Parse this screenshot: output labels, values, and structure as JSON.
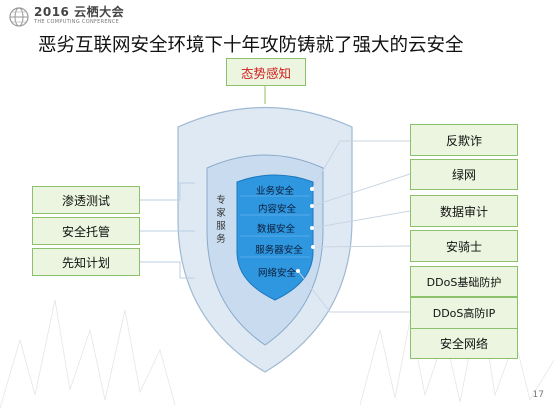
{
  "header": {
    "logo_title": "2016 云栖大会",
    "logo_subtitle": "THE COMPUTING CONFERENCE"
  },
  "slide": {
    "title": "恶劣互联网安全环境下十年攻防铸就了强大的云安全",
    "page_number": "17"
  },
  "diagram": {
    "top_node": "态势感知",
    "expert_label": "专家服务",
    "left_nodes": [
      "渗透测试",
      "安全托管",
      "先知计划"
    ],
    "inner_layers": [
      "业务安全",
      "内容安全",
      "数据安全",
      "服务器安全",
      "网络安全"
    ],
    "right_nodes": [
      "反欺诈",
      "绿网",
      "数据审计",
      "安骑士",
      "DDoS基础防护",
      "DDoS高防IP",
      "安全网络"
    ],
    "colors": {
      "box_fill": "#ebf5df",
      "box_border": "#8cc06a",
      "top_text": "#d02020",
      "outer_shield": "#dfe9f3",
      "middle_shield": "#c9dbee",
      "inner_shield": "#2f96e0"
    }
  }
}
